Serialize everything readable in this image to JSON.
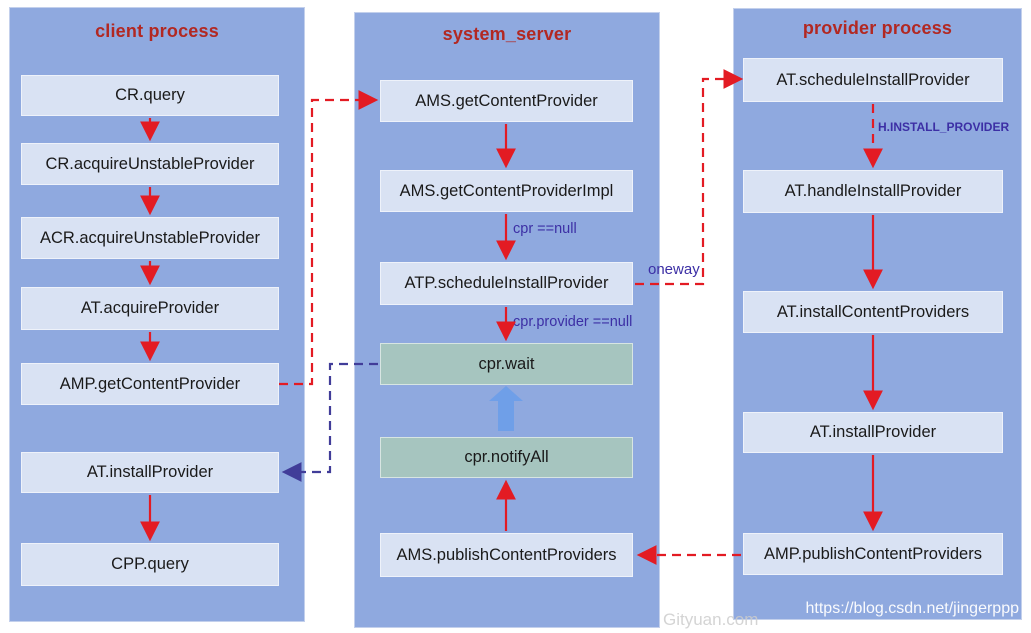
{
  "diagram": {
    "columns": [
      {
        "title": "client process",
        "boxes": [
          "CR.query",
          "CR.acquireUnstableProvider",
          "ACR.acquireUnstableProvider",
          "AT.acquireProvider",
          "AMP.getContentProvider",
          "AT.installProvider",
          "CPP.query"
        ]
      },
      {
        "title": "system_server",
        "boxes": [
          "AMS.getContentProvider",
          "AMS.getContentProviderImpl",
          "ATP.scheduleInstallProvider",
          "cpr.wait",
          "cpr.notifyAll",
          "AMS.publishContentProviders"
        ]
      },
      {
        "title": "provider process",
        "boxes": [
          "AT.scheduleInstallProvider",
          "AT.handleInstallProvider",
          "AT.installContentProviders",
          "AT.installProvider",
          "AMP.publishContentProviders"
        ]
      }
    ],
    "edge_labels": {
      "cpr_null": "cpr ==null",
      "cpr_provider_null": "cpr.provider ==null",
      "oneway": "oneway",
      "h_install_provider": "H.INSTALL_PROVIDER"
    },
    "watermarks": {
      "csdn": "https://blog.csdn.net/jingerppp",
      "gityuan": "Gityuan.com"
    },
    "colors": {
      "panel": "#8fa9df",
      "node": "#d9e2f3",
      "node_green": "#a6c5bf",
      "title_red": "#b22822",
      "arrow_red": "#e31b23",
      "arrow_purple": "#413d99",
      "label_purple": "#3c2fa5",
      "arrow_blue": "#6f9fe8"
    }
  }
}
